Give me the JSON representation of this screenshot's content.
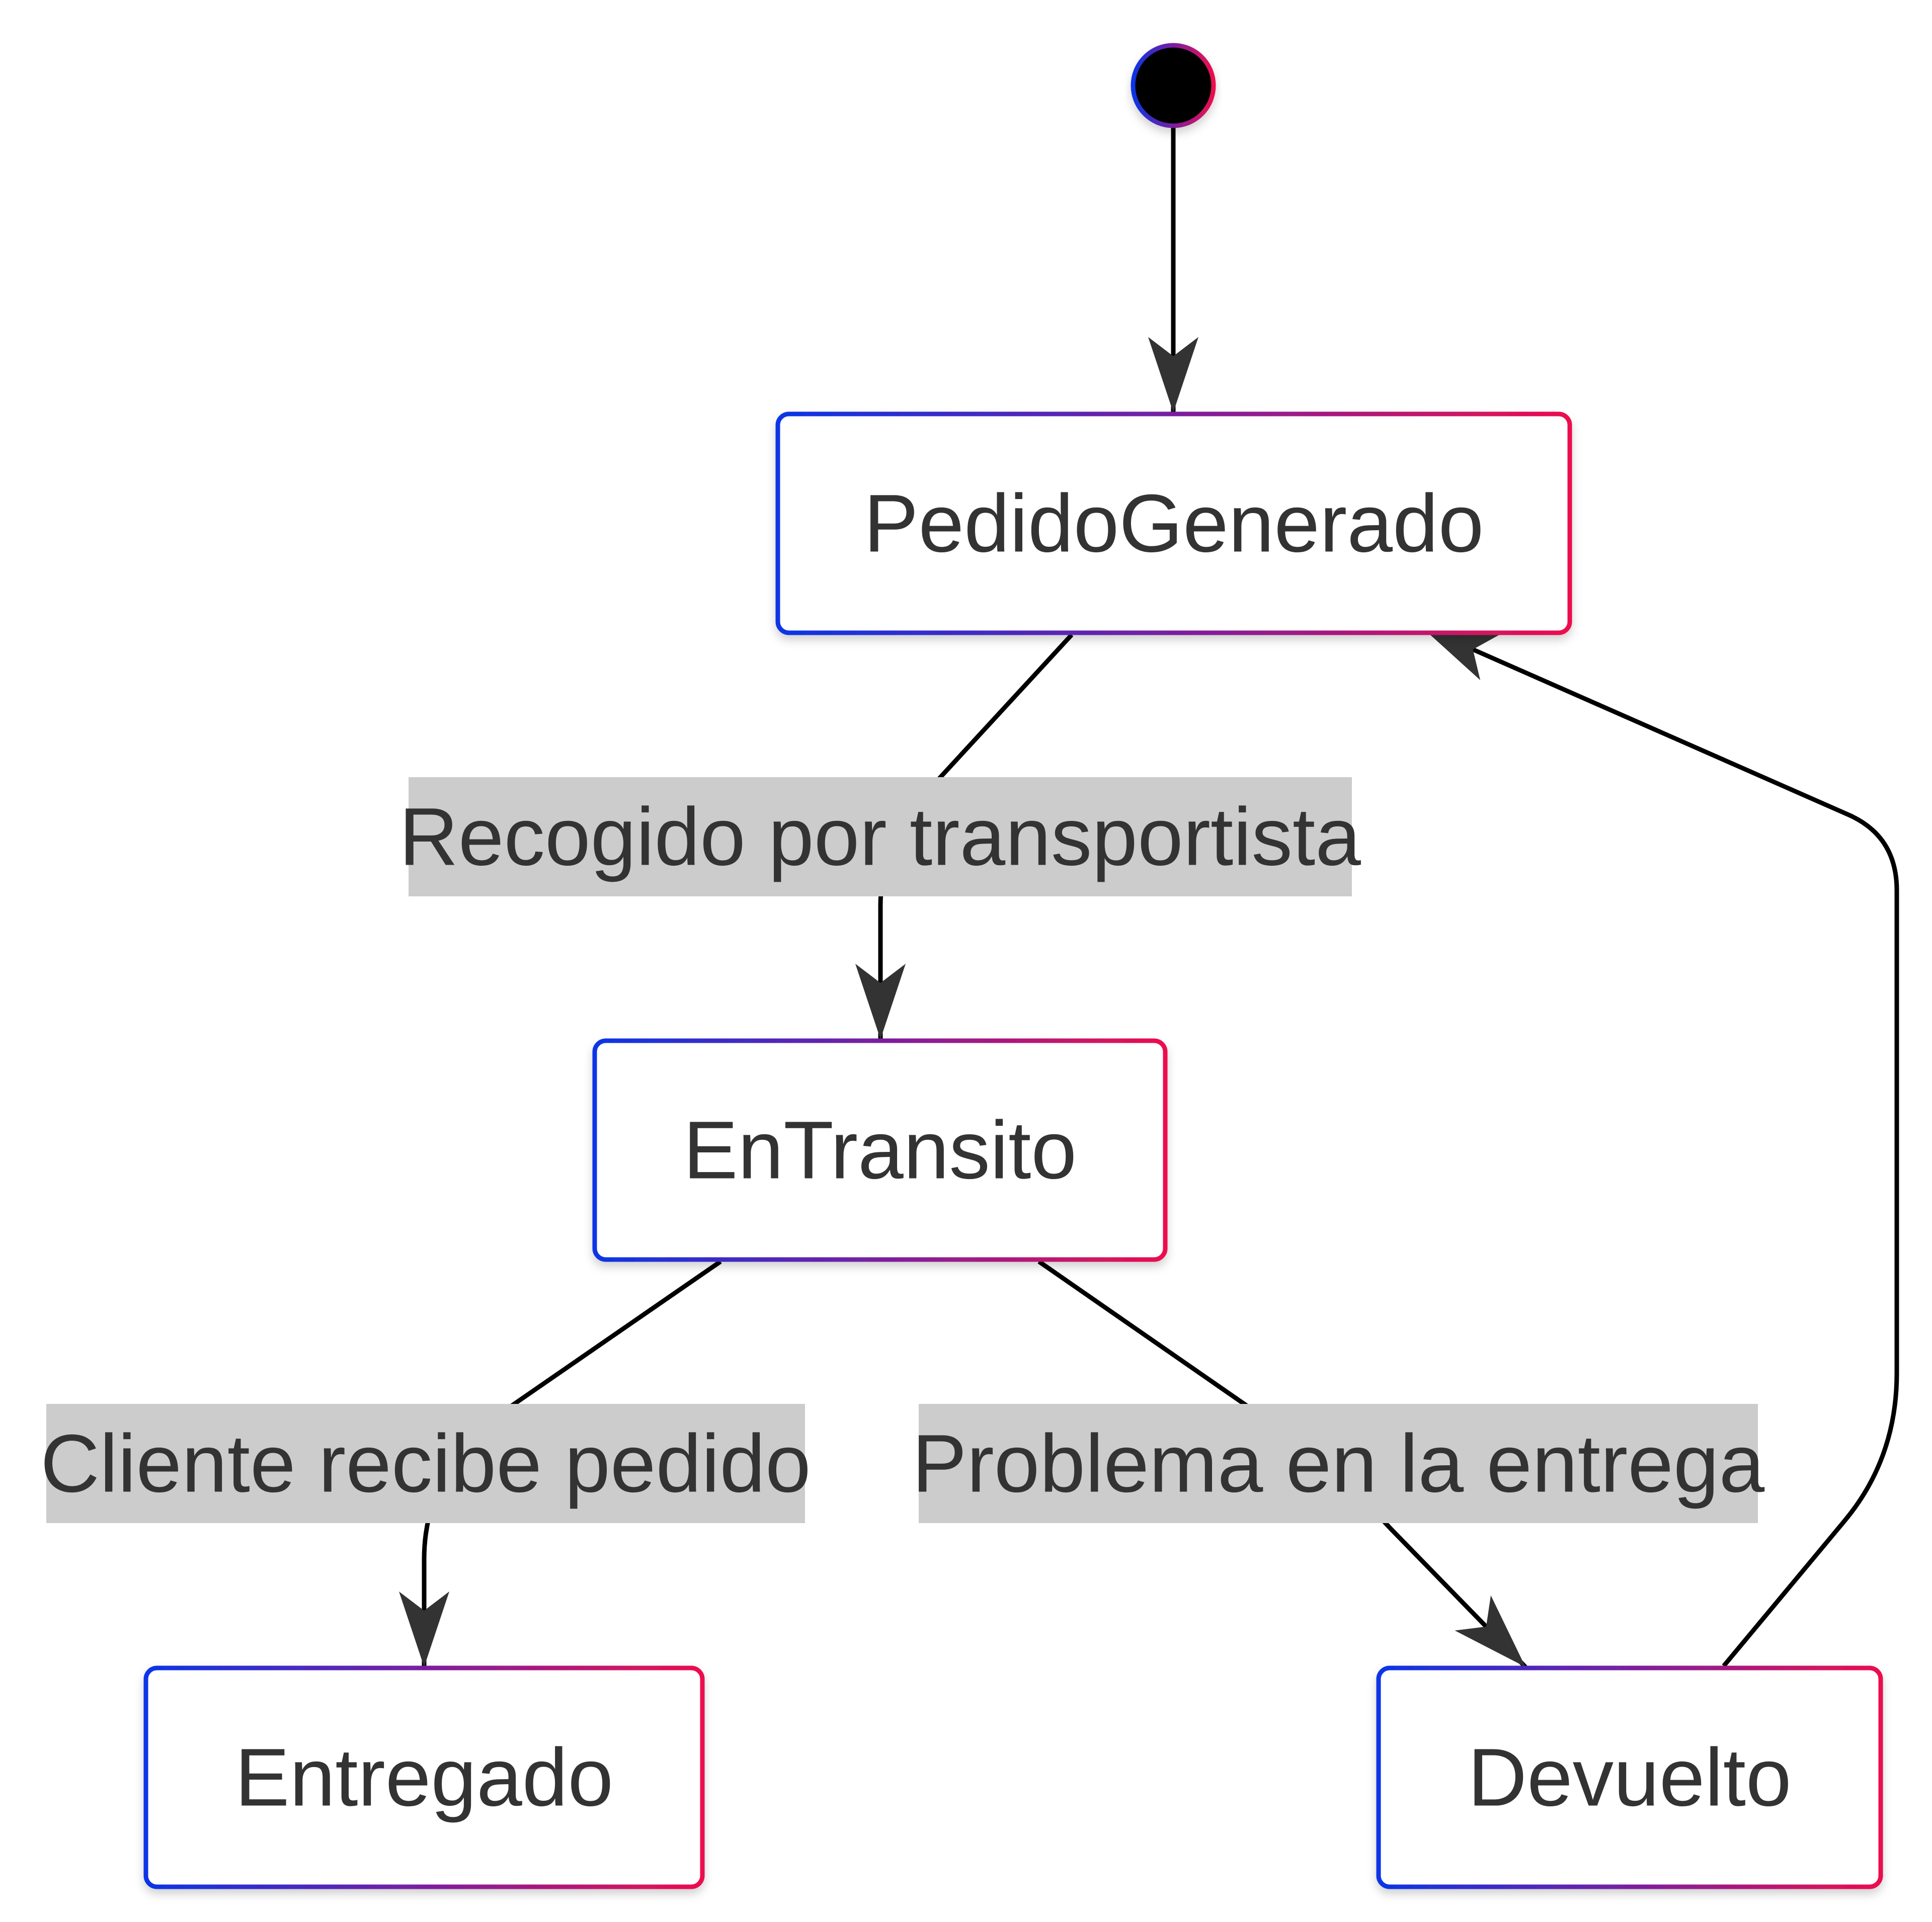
{
  "diagram": {
    "type": "state-diagram",
    "colors": {
      "border_gradient_start": "#0a35e6",
      "border_gradient_end": "#ec0f4e",
      "label_background": "#cccccc",
      "text": "#333333",
      "edge": "#000000",
      "arrowhead": "#333333",
      "start_fill": "#000000"
    },
    "nodes": {
      "start": {
        "kind": "initial"
      },
      "pedido_generado": {
        "label": "PedidoGenerado"
      },
      "en_transito": {
        "label": "EnTransito"
      },
      "entregado": {
        "label": "Entregado"
      },
      "devuelto": {
        "label": "Devuelto"
      }
    },
    "edges": {
      "start_to_pedido": {
        "from": "start",
        "to": "pedido_generado",
        "label": ""
      },
      "pedido_to_transito": {
        "from": "pedido_generado",
        "to": "en_transito",
        "label": "Recogido por transportista"
      },
      "transito_to_entregado": {
        "from": "en_transito",
        "to": "entregado",
        "label": "Cliente recibe pedido"
      },
      "transito_to_devuelto": {
        "from": "en_transito",
        "to": "devuelto",
        "label": "Problema en la entrega"
      },
      "devuelto_to_pedido": {
        "from": "devuelto",
        "to": "pedido_generado",
        "label": ""
      }
    }
  }
}
